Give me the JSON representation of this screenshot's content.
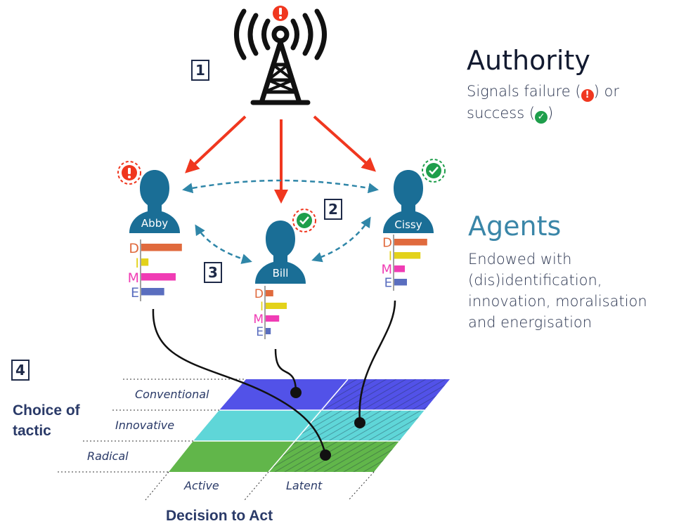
{
  "authority": {
    "heading": "Authority",
    "line1_before": "Signals failure (",
    "line1_after": ") or",
    "line2_before": "success (",
    "line2_after": ")",
    "failure_icon": "exclamation-circle-icon",
    "success_icon": "check-circle-icon"
  },
  "agents_text": {
    "heading": "Agents",
    "lines": [
      "Endowed with",
      "(dis)identification,",
      "innovation, moralisation",
      "and energisation"
    ]
  },
  "step_labels": [
    "1",
    "2",
    "3",
    "4"
  ],
  "agents": [
    {
      "name": "Abby",
      "signal": "failure",
      "dime": [
        {
          "letter": "D",
          "value": 0.85,
          "color": "#e06a3d"
        },
        {
          "letter": "I",
          "value": 0.15,
          "color": "#e3d21a"
        },
        {
          "letter": "M",
          "value": 0.72,
          "color": "#f03cb4"
        },
        {
          "letter": "E",
          "value": 0.48,
          "color": "#5a6ebf"
        }
      ]
    },
    {
      "name": "Bill",
      "signal": "success",
      "dime": [
        {
          "letter": "D",
          "value": 0.18,
          "color": "#e06a3d"
        },
        {
          "letter": "I",
          "value": 0.5,
          "color": "#e3d21a"
        },
        {
          "letter": "M",
          "value": 0.32,
          "color": "#f03cb4"
        },
        {
          "letter": "E",
          "value": 0.12,
          "color": "#5a6ebf"
        }
      ]
    },
    {
      "name": "Cissy",
      "signal": "success",
      "dime": [
        {
          "letter": "D",
          "value": 0.78,
          "color": "#e06a3d"
        },
        {
          "letter": "I",
          "value": 0.62,
          "color": "#e3d21a"
        },
        {
          "letter": "M",
          "value": 0.25,
          "color": "#f03cb4"
        },
        {
          "letter": "E",
          "value": 0.3,
          "color": "#5a6ebf"
        }
      ]
    }
  ],
  "grid": {
    "choice_axis_title": "Choice of\ntactic",
    "decision_axis_title": "Decision to Act",
    "tactics": [
      {
        "label": "Conventional",
        "color": "#5252e8"
      },
      {
        "label": "Innovative",
        "color": "#5fd6d8"
      },
      {
        "label": "Radical",
        "color": "#61b64a"
      }
    ],
    "decisions": [
      "Active",
      "Latent"
    ]
  },
  "colors": {
    "agent": "#1a6e96",
    "authority_arrow": "#f0371f",
    "peer_arrow": "#2f86a8",
    "failure": "#f0371f",
    "success": "#1e9e4b",
    "text_dark": "#1e2a48"
  }
}
